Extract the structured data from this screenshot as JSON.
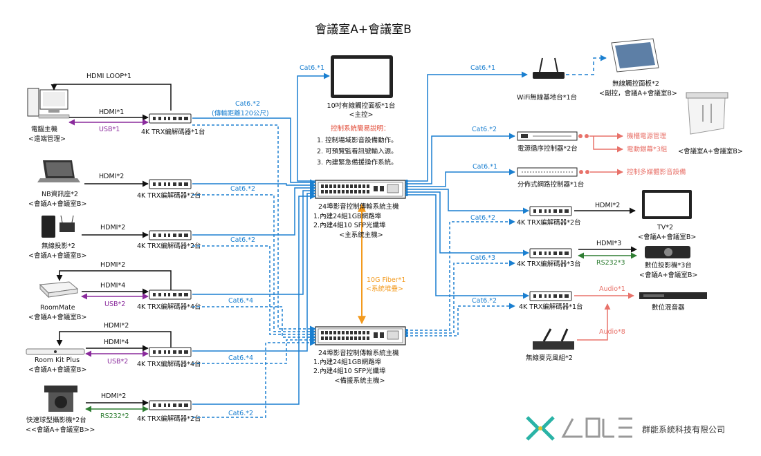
{
  "title": "會議室A+會議室B",
  "sources": {
    "pc": {
      "label1": "電腦主機",
      "label2": "<遠端管理>",
      "hdmi": "HDMI*1",
      "usb": "USB*1",
      "loop": "HDMI LOOP*1",
      "device": "4K TRX編解碼器*1台"
    },
    "nb": {
      "label1": "NB資訊座*2",
      "label2": "<會議A+會議室B>",
      "hdmi": "HDMI*2",
      "device": "4K TRX編解碼器*2台",
      "cat": "Cat6.*2"
    },
    "wireless": {
      "label1": "無線投影*2",
      "label2": "<會議A+會議室B>",
      "hdmi": "HDMI*2",
      "device": "4K TRX編解碼器*2台",
      "cat": "Cat6.*2"
    },
    "roommate": {
      "label1": "RoomMate",
      "label2": "<會議A+會議室B>",
      "hdmi_top": "HDMI*2",
      "hdmi": "HDMI*4",
      "usb": "USB*2",
      "device": "4K TRX編解碼器*4台",
      "cat": "Cat6.*4"
    },
    "roomkit": {
      "label1": "Room Kit Plus",
      "label2": "<會議A+會議室B>",
      "hdmi_top": "HDMI*2",
      "hdmi": "HDMI*4",
      "usb": "USB*2",
      "device": "4K TRX編解碼器*4台",
      "cat": "Cat6.*4"
    },
    "camera": {
      "label1": "快速球型攝影機*2台",
      "label2": "<<會議A+會議室B>>",
      "hdmi": "HDMI*2",
      "rs232": "RS232*2",
      "device": "4K TRX編解碼器*2台",
      "cat": "Cat6.*2"
    }
  },
  "pc_cat": {
    "line1": "Cat6.*2",
    "line2": "(傳輸距離120公尺)"
  },
  "panel": {
    "cat": "Cat6.*1",
    "label1": "10吋有線觸控面板*1台",
    "label2": "<主控>"
  },
  "notes": {
    "title": "控制系統簡易說明：",
    "items": [
      "1. 控制場域影音設備動作。",
      "2. 可預覽監看訊號輸入源。",
      "3. 內建緊急備援操作系統。"
    ]
  },
  "main_host": {
    "label1": "24埠影音控制傳輸系統主機",
    "label2": "1.內建24組1GB網路埠",
    "label3": "2.內建4組10 SFP光纖埠",
    "label4": "<主系統主機>"
  },
  "fiber": {
    "line1": "10G Fiber*1",
    "line2": "<系統堆疊>"
  },
  "backup_host": {
    "label1": "24埠影音控制傳輸系統主機",
    "label2": "1.內建24組1GB網路埠",
    "label3": "2.內建4組10 SFP光纖埠",
    "label4": "<備援系統主機>"
  },
  "outputs": {
    "wifi": {
      "cat": "Cat6.*1",
      "label": "WiFi無線基地台*1台"
    },
    "tablet": {
      "label1": "無線觸控面板*2",
      "label2": "<副控，會議A+會議室B>"
    },
    "power": {
      "cat": "Cat6.*2",
      "label": "電源循序控制器*2台",
      "out1": "機櫃電源管理",
      "out2": "電動銀幕*3組"
    },
    "screen": {
      "label": "<會議室A+會議室B>"
    },
    "dist": {
      "cat": "Cat6.*1",
      "label": "分佈式網路控制器*1台",
      "out": "控制多媒體影音設備"
    },
    "tv": {
      "cat": "Cat6.*2",
      "device": "4K TRX編解碼器*2台",
      "hdmi": "HDMI*2",
      "label1": "TV*2",
      "label2": "<會議A+會議室B>"
    },
    "projector": {
      "cat": "Cat6.*3",
      "device": "4K TRX編解碼器*3台",
      "hdmi": "HDMI*3",
      "rs232": "RS232*3",
      "label1": "數位投影機*3台",
      "label2": "<會議A+會議室B>"
    },
    "mixer": {
      "cat": "Cat6.*2",
      "device": "4K TRX編解碼器*1台",
      "audio1": "Audio*1",
      "audio8": "Audio*8",
      "label": "數位混音器"
    },
    "mic": {
      "label": "無線麥克風組*2"
    }
  },
  "logo": {
    "company": "群能系統科技有限公司"
  },
  "colors": {
    "blue": "#1a7fd0",
    "red": "#e8726a",
    "green": "#2e7d32",
    "purple": "#8a2a9c",
    "orange": "#f39a1e"
  }
}
